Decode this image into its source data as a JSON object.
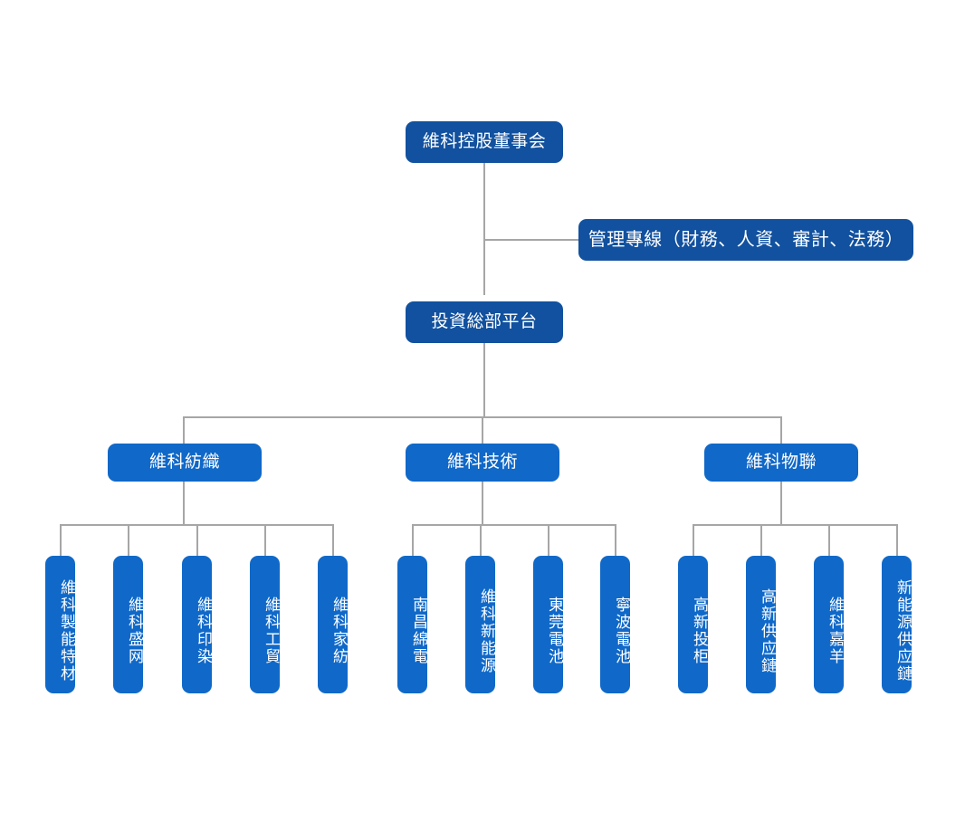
{
  "chart_data": {
    "type": "diagram",
    "title": "維科控股組織架構圖",
    "orientation": "top-down",
    "colors": {
      "level1": "#11519f",
      "level2": "#11519f",
      "level3": "#1068c8",
      "level4": "#1069c9",
      "connector": "#a6a6a6",
      "text": "#ffffff",
      "background": "#ffffff"
    }
  },
  "nodes": {
    "board": {
      "label": "維科控股董事会",
      "level": 1
    },
    "management_line": {
      "label": "管理專線（財務、人資、審計、法務）",
      "level": 2
    },
    "investment_hq": {
      "label": "投資総部平台",
      "level": 2
    }
  },
  "divisions": [
    {
      "id": "textile",
      "label": "維科紡織",
      "children": [
        {
          "label": "維科製能特材"
        },
        {
          "label": "維科盛网"
        },
        {
          "label": "維科印染"
        },
        {
          "label": "維科工貿"
        },
        {
          "label": "維科家紡"
        }
      ]
    },
    {
      "id": "technology",
      "label": "維科技術",
      "children": [
        {
          "label": "南昌綿電"
        },
        {
          "label": "維科新能源"
        },
        {
          "label": "東莞電池"
        },
        {
          "label": "寧波電池"
        }
      ]
    },
    {
      "id": "iot",
      "label": "維科物聯",
      "children": [
        {
          "label": "高新投柜"
        },
        {
          "label": "高新供应鏈"
        },
        {
          "label": "維科嘉羊"
        },
        {
          "label": "新能源供应鏈"
        }
      ]
    }
  ]
}
